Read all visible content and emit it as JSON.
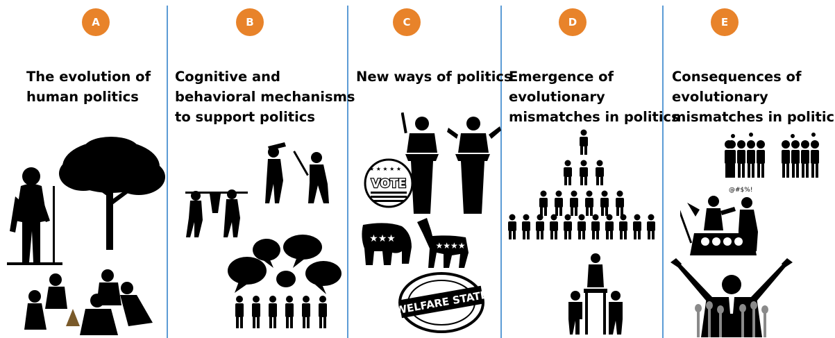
{
  "colors": {
    "badge": "#e8832a",
    "divider": "#5b9bd5",
    "silhouette": "#000000"
  },
  "panels": [
    {
      "badge": "A",
      "title_lines": [
        "The evolution of",
        "human politics"
      ]
    },
    {
      "badge": "B",
      "title_lines": [
        "Cognitive and",
        "behavioral mechanisms",
        "to support politics"
      ]
    },
    {
      "badge": "C",
      "title_lines": [
        "New ways of politics"
      ]
    },
    {
      "badge": "D",
      "title_lines": [
        "Emergence of",
        "evolutionary",
        "mismatches in politics"
      ]
    },
    {
      "badge": "E",
      "title_lines": [
        "Consequences of",
        "evolutionary",
        "mismatches in politics"
      ]
    }
  ],
  "icons": {
    "vote_stamp_text": "VOTE",
    "welfare_stamp_text": "WELFARE STATE",
    "swear_text": "@#$%!"
  }
}
